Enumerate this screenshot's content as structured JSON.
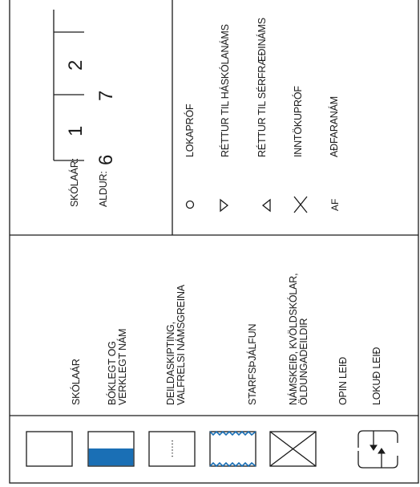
{
  "legend": {
    "scale": {
      "school_year_label": "SKÓLAÁR:",
      "age_label": "ALDUR:",
      "year_1": "1",
      "year_2": "2",
      "age_6": "6",
      "age_7": "7"
    },
    "exams": [
      {
        "symbol": "circle",
        "label": "LOKAPRÓF"
      },
      {
        "symbol": "filled-triangle",
        "label": "RÉTTUR TIL HÁSKÓLANÁMS"
      },
      {
        "symbol": "open-triangle",
        "label": "RÉTTUR TIL SÉRFRÆÐINÁMS"
      },
      {
        "symbol": "cross",
        "label": "INNTÖKUPRÓF"
      },
      {
        "symbol": "AF",
        "label": "AÐFARANÁM"
      }
    ],
    "types": [
      {
        "symbol": "empty-box",
        "label": "SKÓLAÁR"
      },
      {
        "symbol": "half-blue-box",
        "label": "BÓKLEGT OG VERKLEGT NÁM",
        "line1": "BÓKLEGT OG",
        "line2": "VERKLEGT NÁM"
      },
      {
        "symbol": "dotted-box",
        "label": "DEILDASKIPTING, VALFRELSI NÁMSGREINA",
        "line1": "DEILDASKIPTING,",
        "line2": "VALFRELSI NÁMSGREINA"
      },
      {
        "symbol": "zigzag-box",
        "label": "STARFSÞJÁLFUN"
      },
      {
        "symbol": "crossed-box",
        "label": "NÁMSKEIÐ, KVÖLDSKÓLAR, ÖLDUNGADEILDIR",
        "line1": "NÁMSKEIÐ, KVÖLDSKÓLAR,",
        "line2": "ÖLDUNGADEILDIR"
      },
      {
        "symbol": "none",
        "label": "OPIN LEIÐ"
      },
      {
        "symbol": "arrows",
        "label": "LOKUÐ LEIÐ"
      }
    ],
    "colors": {
      "blue": "#1a6fb5",
      "line": "#1a1a1a"
    }
  }
}
